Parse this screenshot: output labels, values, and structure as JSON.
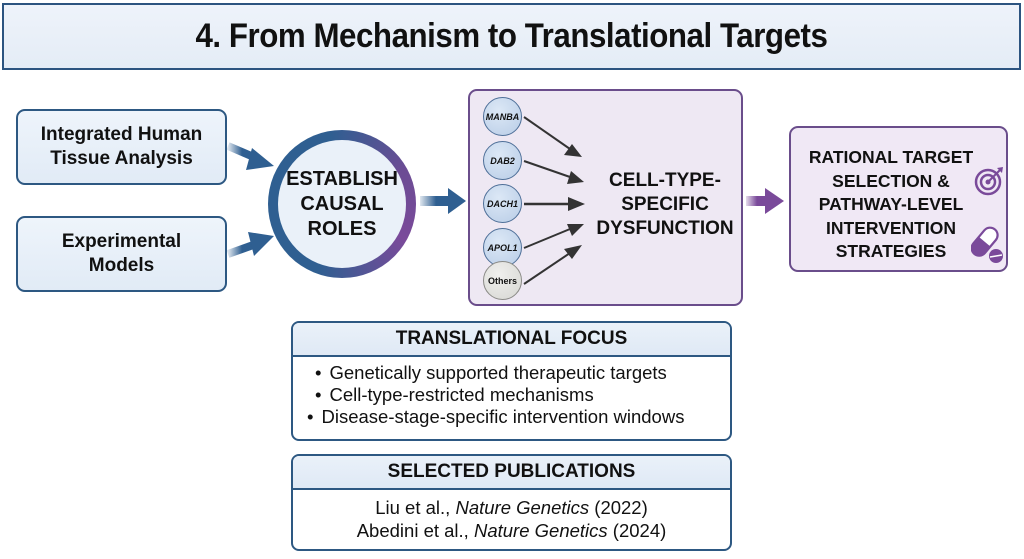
{
  "title": "4. From Mechanism to Translational Targets",
  "inputs": [
    {
      "line1": "Integrated Human",
      "line2": "Tissue Analysis"
    },
    {
      "line1": "Experimental",
      "line2": "Models"
    }
  ],
  "hub": {
    "line1": "ESTABLISH",
    "line2": "CAUSAL",
    "line3": "ROLES"
  },
  "mechanism": {
    "genes": [
      "MANBA",
      "DAB2",
      "DACH1",
      "APOL1",
      "Others"
    ],
    "line1": "CELL-TYPE-",
    "line2": "SPECIFIC",
    "line3": "DYSFUNCTION"
  },
  "target": {
    "lines": [
      "RATIONAL TARGET",
      "SELECTION &",
      "PATHWAY-LEVEL",
      "INTERVENTION",
      "STRATEGIES"
    ],
    "icons": [
      "target-icon",
      "pill-icon"
    ]
  },
  "focus": {
    "heading": "TRANSLATIONAL FOCUS",
    "items": [
      "Genetically supported therapeutic targets",
      "Cell-type-restricted mechanisms",
      "Disease-stage-specific intervention windows"
    ]
  },
  "publications": {
    "heading": "SELECTED PUBLICATIONS",
    "items": [
      {
        "authors": "Liu et al., ",
        "journal": "Nature Genetics",
        "year": " (2022)"
      },
      {
        "authors": "Abedini et al., ",
        "journal": "Nature Genetics",
        "year": " (2024)"
      }
    ]
  },
  "colors": {
    "blue": "#2d5882",
    "purple": "#6a4d8b",
    "panel_blue": "#e4ecf6",
    "panel_purple": "#eee8f3"
  }
}
